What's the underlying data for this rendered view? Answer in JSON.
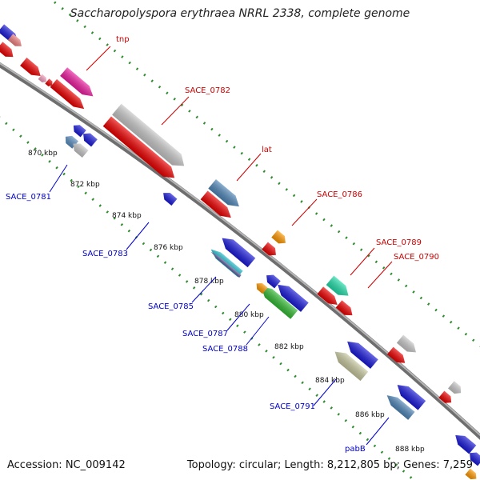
{
  "title": "Saccharopolyspora erythraea NRRL 2338, complete genome",
  "accession": "Accession: NC_009142",
  "summary": "Topology: circular; Length: 8,212,805 bp; Genes: 7,259",
  "colors": {
    "forward_label": "#cc0000",
    "reverse_label": "#0000cc",
    "backbone": "#8a8a8a",
    "dots": "#2e8b2e"
  },
  "ticks": [
    "870 kbp",
    "872 kbp",
    "874 kbp",
    "876 kbp",
    "878 kbp",
    "880 kbp",
    "882 kbp",
    "884 kbp",
    "886 kbp",
    "888 kbp"
  ],
  "forward_labels": [
    "tnp",
    "SACE_0782",
    "lat",
    "SACE_0786",
    "SACE_0789",
    "SACE_0790"
  ],
  "reverse_labels": [
    "SACE_0781",
    "SACE_0783",
    "SACE_0785",
    "SACE_0787",
    "SACE_0788",
    "SACE_0791",
    "pabB"
  ]
}
